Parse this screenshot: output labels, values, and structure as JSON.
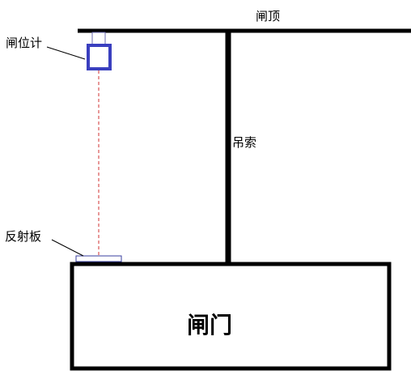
{
  "diagram": {
    "labels": {
      "gate_top": "闸顶",
      "gauge": "闸位计",
      "cable": "吊索",
      "reflector": "反射板",
      "gate": "闸门"
    },
    "colors": {
      "structure": "#000000",
      "gauge_body": "#3a3fbf",
      "gauge_mount": "#6a6ab0",
      "laser_beam": "#d03030",
      "reflector_edge": "#3a3f9f"
    }
  }
}
